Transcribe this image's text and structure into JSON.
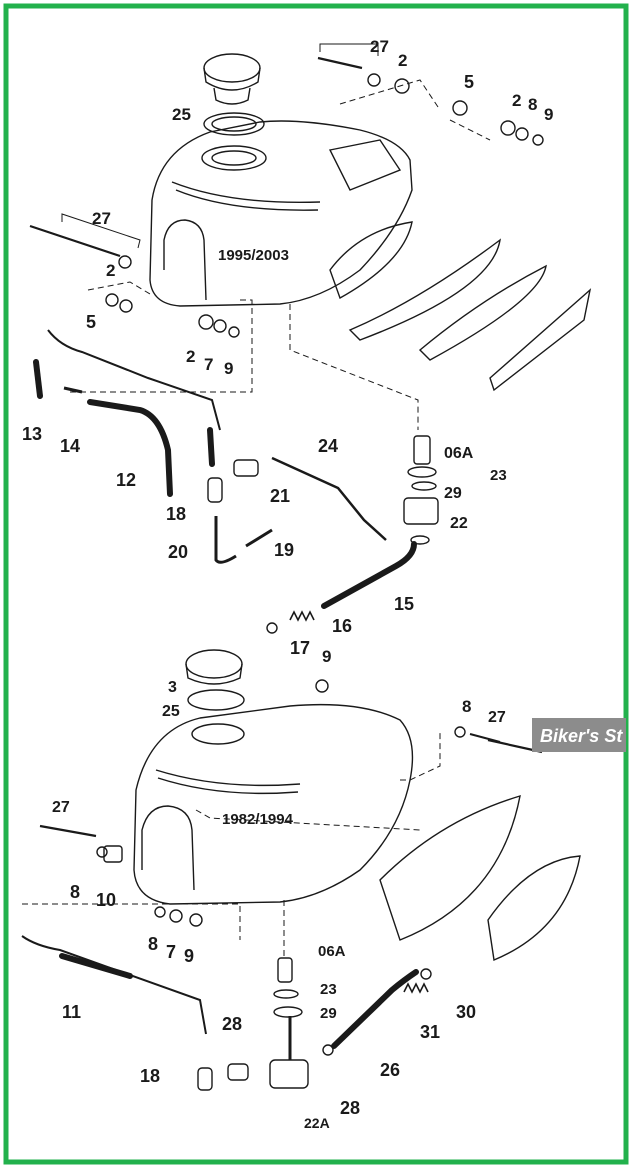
{
  "labels": {
    "years_top": "1995/2003",
    "years_bottom": "1982/1994",
    "c27a": "27",
    "c2a": "2",
    "c5a": "5",
    "c2b": "2",
    "c8a": "8",
    "c9a": "9",
    "c25a": "25",
    "c27b": "27",
    "c2c": "2",
    "c5b": "5",
    "c2d": "2",
    "c7a": "7",
    "c9b": "9",
    "c13": "13",
    "c14": "14",
    "c12": "12",
    "c18a": "18",
    "c21": "21",
    "c20": "20",
    "c19": "19",
    "c24": "24",
    "c06a1": "06A",
    "c23a": "23",
    "c29a": "29",
    "c22": "22",
    "c15": "15",
    "c16": "16",
    "c17": "17",
    "c9c": "9",
    "c3": "3",
    "c25b": "25",
    "c8b": "8",
    "c27c": "27",
    "c27d": "27",
    "c8c": "8",
    "c10": "10",
    "c8d": "8",
    "c7b": "7",
    "c9d": "9",
    "c11": "11",
    "c28a": "28",
    "c18b": "18",
    "c06a2": "06A",
    "c23b": "23",
    "c29b": "29",
    "c26": "26",
    "c31": "31",
    "c30": "30",
    "c28b": "28",
    "c22a": "22A"
  },
  "watermark": "Biker's St",
  "colors": {
    "border": "#22b14c",
    "line": "#1a1a1a",
    "watermark_bg": "#8c8c8c"
  }
}
